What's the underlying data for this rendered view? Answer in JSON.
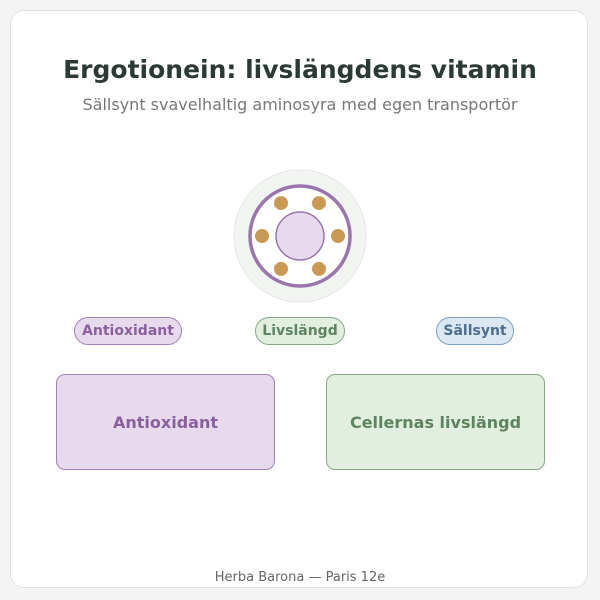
{
  "header": {
    "title": "Ergotionein: livslängdens vitamin",
    "subtitle": "Sällsynt svavelhaltig aminosyra med egen transportör"
  },
  "tags": [
    {
      "label": "Antioxidant",
      "color": "#a282b4"
    },
    {
      "label": "Livslängd",
      "color": "#86a883"
    },
    {
      "label": "Sällsynt",
      "color": "#7d9fbd"
    }
  ],
  "boxes": [
    {
      "label": "Antioxidant",
      "color": "#a282b4"
    },
    {
      "label": "Cellernas livslängd",
      "color": "#86a883"
    }
  ],
  "emblem": {
    "ring_color": "#9a76ad",
    "dot_color": "#c99a55",
    "dot_count": 6
  },
  "footer": {
    "text": "Herba Barona — Paris 12e"
  }
}
